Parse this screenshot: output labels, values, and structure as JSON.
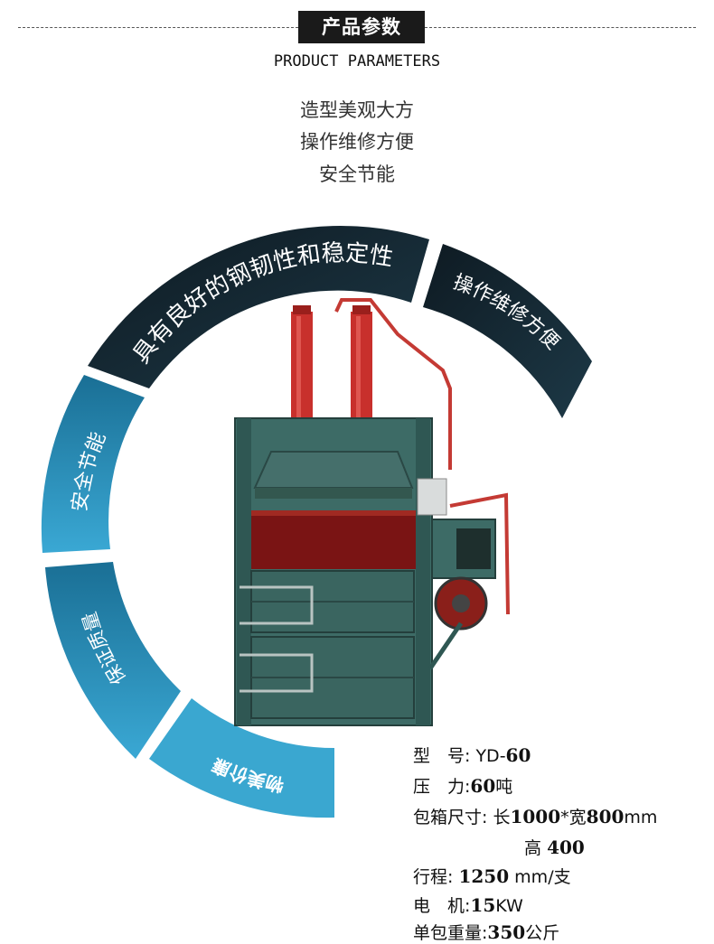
{
  "header": {
    "title": "产品参数",
    "subtitle": "PRODUCT PARAMETERS"
  },
  "taglines": [
    "造型美观大方",
    "操作维修方便",
    "安全节能"
  ],
  "ring_segments": [
    {
      "label": "具有良好的钢韧性和稳定性",
      "color": "#14242e"
    },
    {
      "label": "操作维修方便",
      "color": "#14242e"
    },
    {
      "label": "安全节能",
      "color": "#1f7fa8"
    },
    {
      "label": "保证质量",
      "color": "#2b93bf"
    },
    {
      "label": "物美价廉",
      "color": "#3aa7d0"
    }
  ],
  "colors": {
    "machine_body": "#3d6b66",
    "cylinder": "#c8302c",
    "chamber": "#7a1414"
  },
  "specs": {
    "model_label": "型　号:",
    "model_prefix": "YD-",
    "model_value": "60",
    "pressure_label": "压　力:",
    "pressure_value": "60",
    "pressure_unit": "吨",
    "bale_label": "包箱尺寸:",
    "length_label": "长",
    "length_value": "1000",
    "width_label": "*宽",
    "width_value": "800",
    "size_unit": "mm",
    "height_label": "高",
    "height_value": "400",
    "stroke_label": "行程:",
    "stroke_value": "1250",
    "stroke_unit": "mm/支",
    "motor_label": "电　机:",
    "motor_value": "15",
    "motor_unit": "KW",
    "weight_label": "单包重量:",
    "weight_value": "350",
    "weight_unit": "公斤"
  }
}
